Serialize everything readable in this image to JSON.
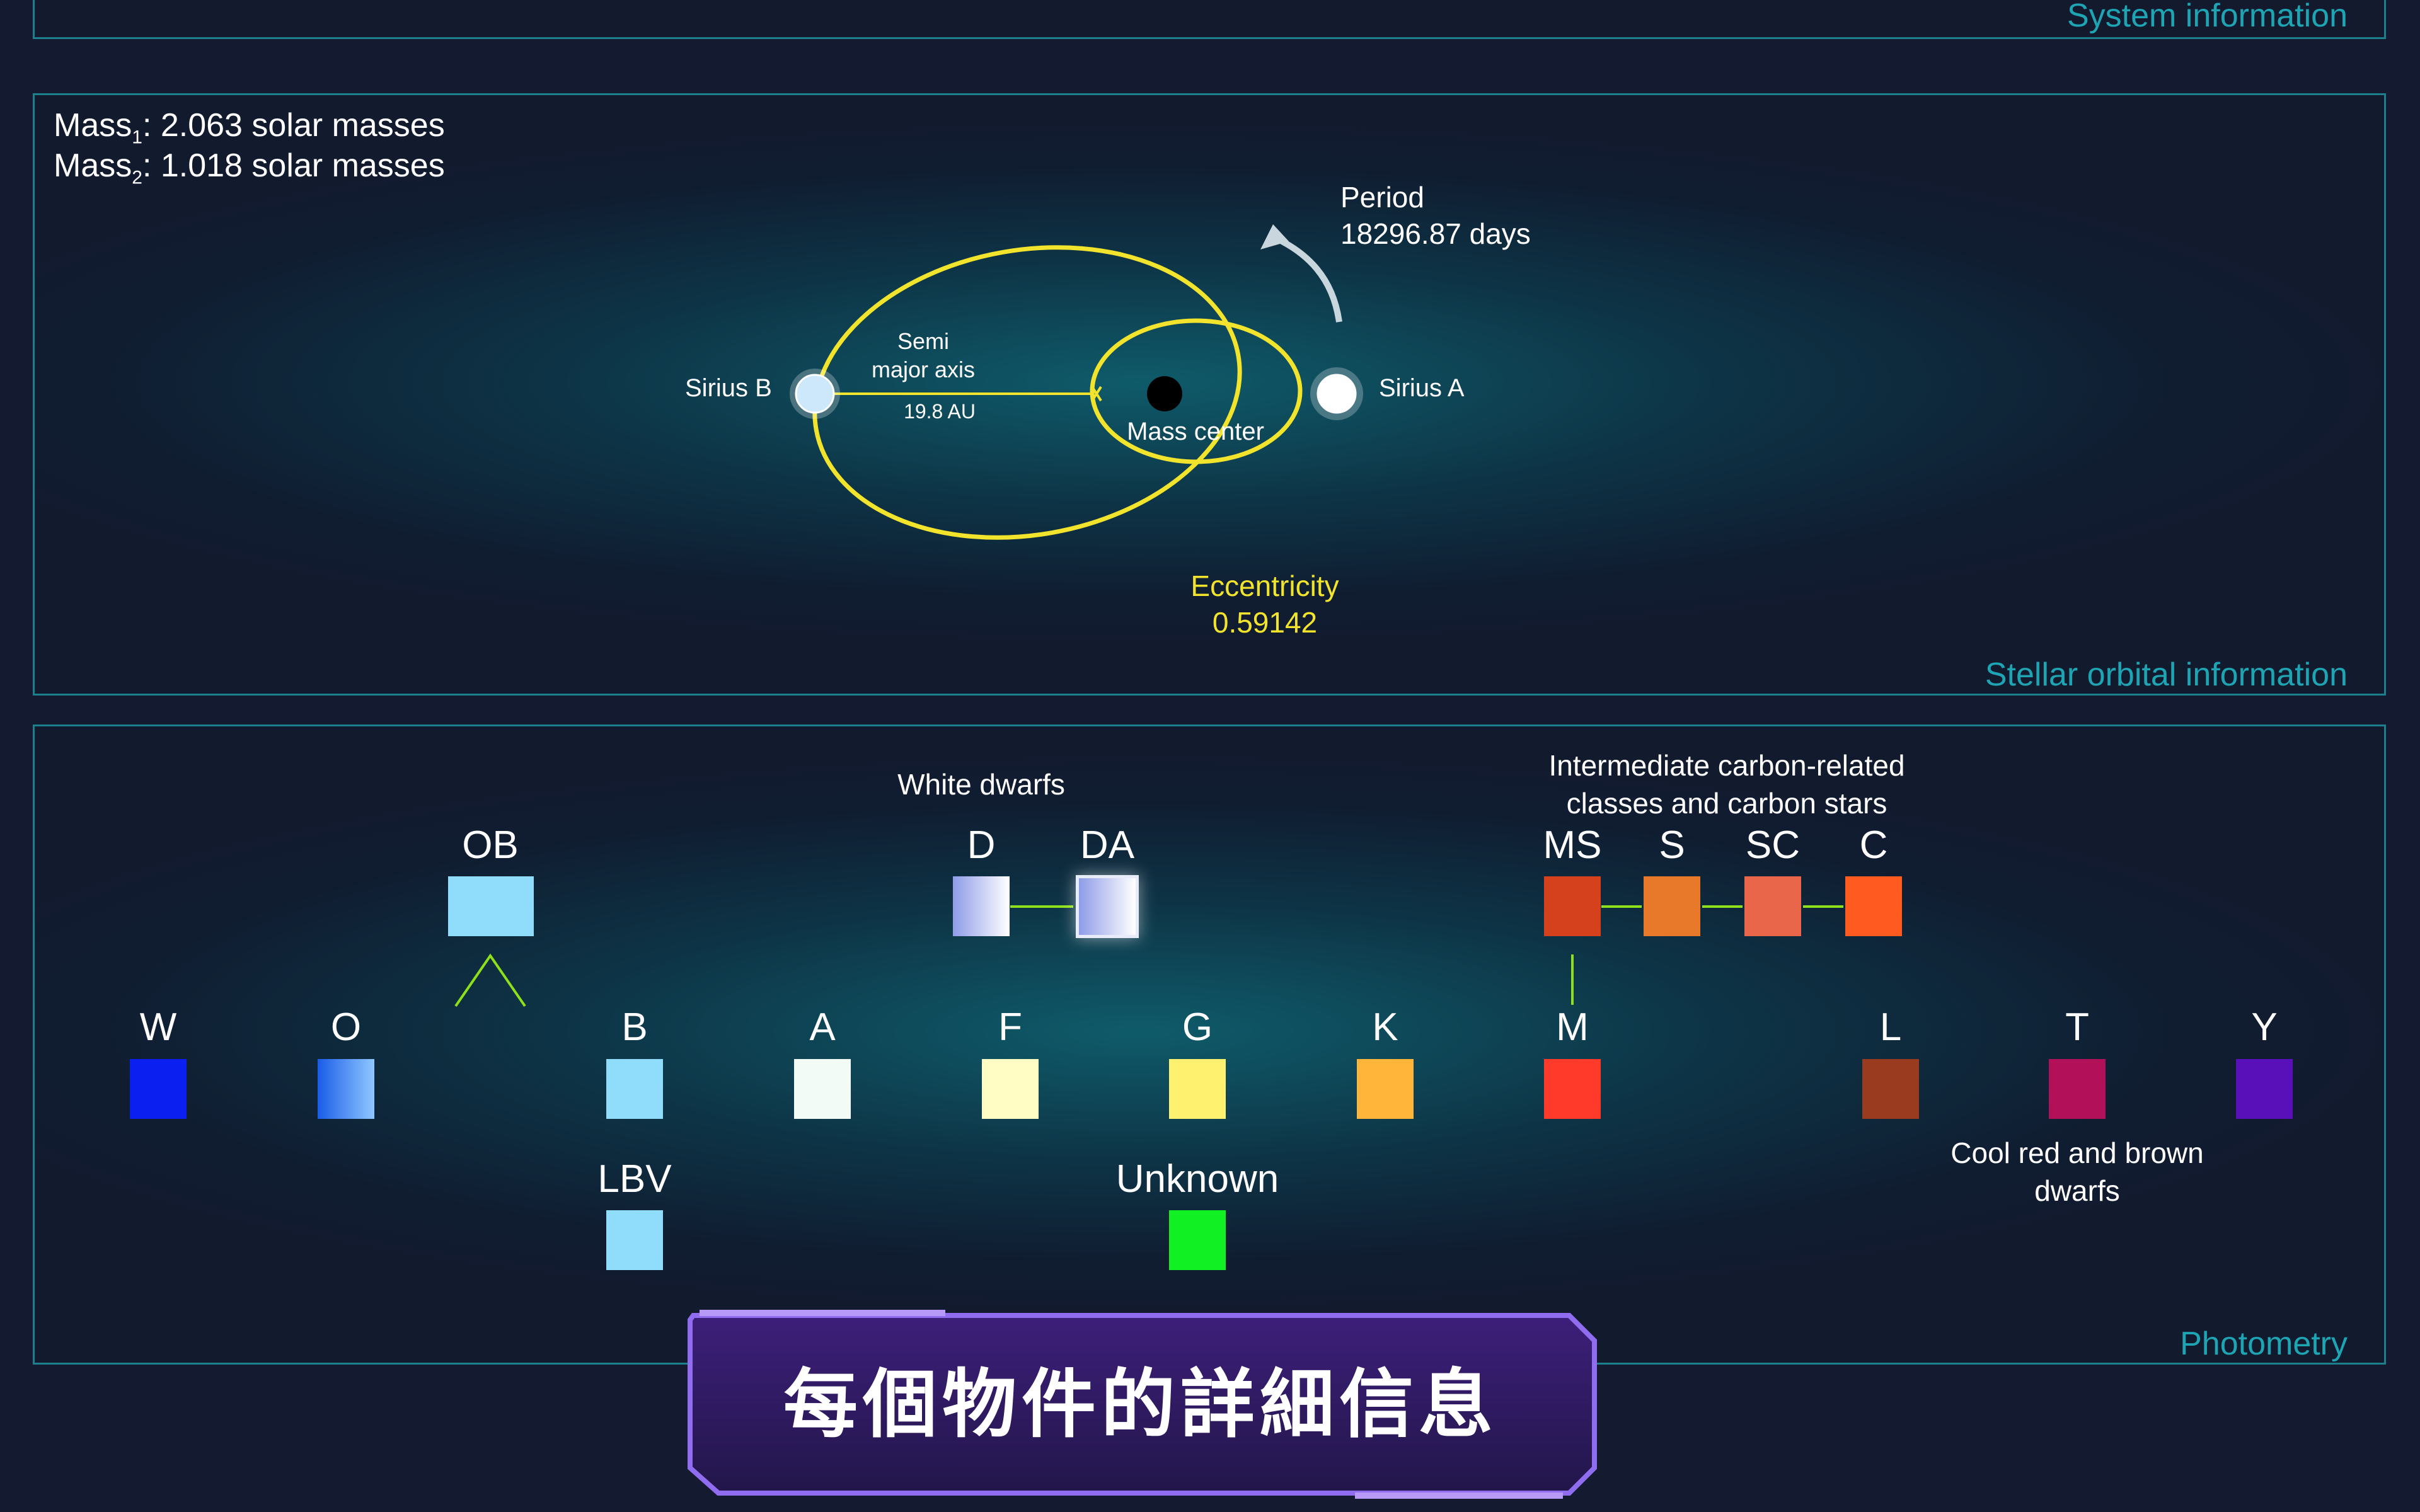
{
  "panels": {
    "system_title": "System information",
    "orbital_title": "Stellar orbital information",
    "photometry_title": "Photometry"
  },
  "orbital": {
    "mass1_prefix": "Mass",
    "mass1_sub": "1",
    "mass1_text": ": 2.063 solar masses",
    "mass2_prefix": "Mass",
    "mass2_sub": "2",
    "mass2_text": ": 1.018 solar masses",
    "period_label": "Period",
    "period_value": "18296.87 days",
    "star_b": "Sirius B",
    "star_a": "Sirius A",
    "semi_line1": "Semi",
    "semi_line2": "major axis",
    "semi_value": "19.8 AU",
    "mass_center": "Mass center",
    "eccentricity_label": "Eccentricity",
    "eccentricity_value": "0.59142"
  },
  "photometry": {
    "white_dwarfs_label": "White dwarfs",
    "carbon_label_line1": "Intermediate carbon-related",
    "carbon_label_line2": "classes and carbon stars",
    "cool_label_line1": "Cool red and brown",
    "cool_label_line2": "dwarfs",
    "classes": {
      "OB": "OB",
      "D": "D",
      "DA": "DA",
      "MS": "MS",
      "S": "S",
      "SC": "SC",
      "C": "C",
      "W": "W",
      "O": "O",
      "B": "B",
      "A": "A",
      "F": "F",
      "G": "G",
      "K": "K",
      "M": "M",
      "L": "L",
      "T": "T",
      "Y": "Y",
      "LBV": "LBV",
      "Unknown": "Unknown"
    },
    "colors": {
      "OB": "#8fdcfb",
      "D": "#b9c1ee",
      "DA": "#9eaaf0",
      "MS": "#d4411c",
      "S": "#e8782a",
      "SC": "#e9664a",
      "C": "#ff5a20",
      "W": "#0a1ff0",
      "O": "#3a7cf0",
      "B": "#8fdcfb",
      "A": "#f2fbf6",
      "F": "#fffdc4",
      "G": "#fff170",
      "K": "#ffb43a",
      "M": "#ff3a2a",
      "L": "#9a3a1f",
      "T": "#b3105a",
      "Y": "#5a10b8",
      "LBV": "#8fdcfb",
      "Unknown": "#11f022"
    },
    "connector_color": "#8ee01a"
  },
  "banner": {
    "text": "每個物件的詳細信息"
  }
}
